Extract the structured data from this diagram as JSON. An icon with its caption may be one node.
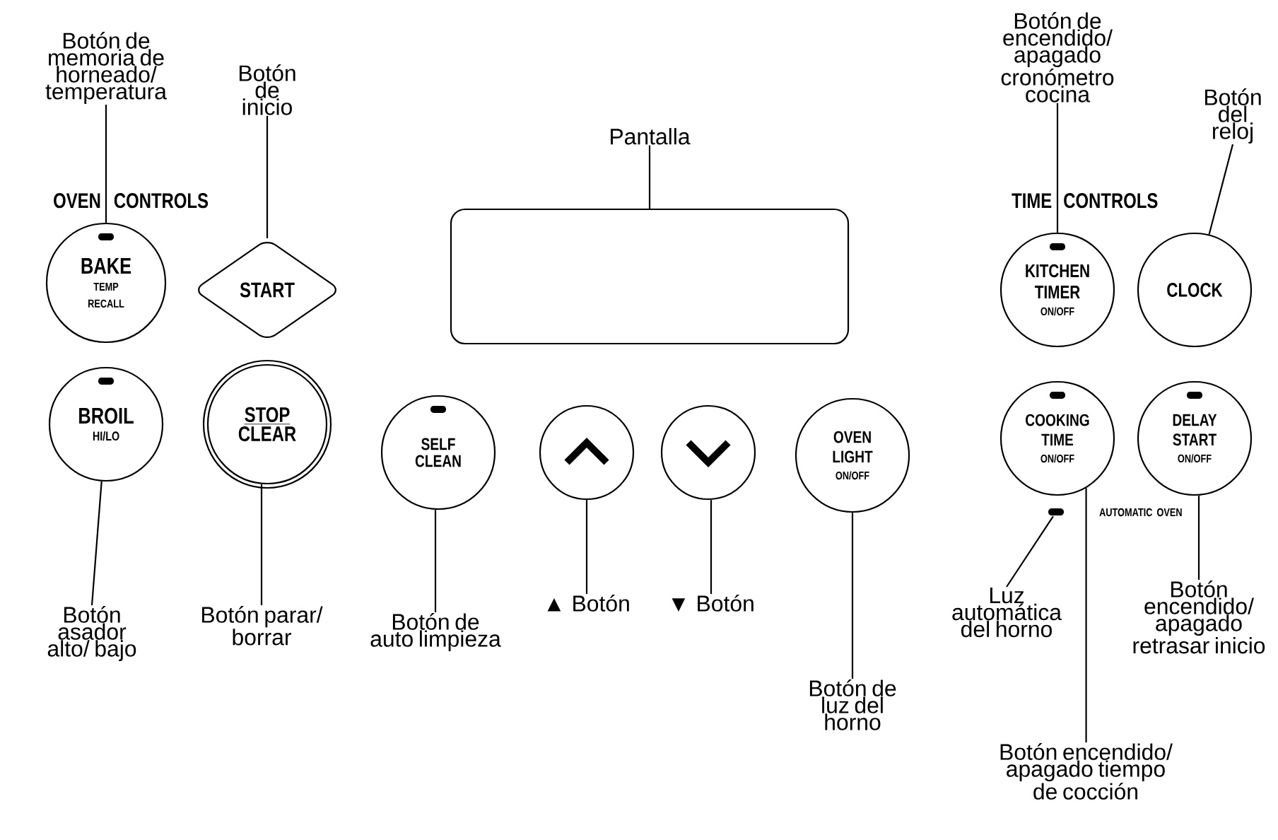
{
  "diagram": {
    "nodes": [
      {
        "text": [
          "Botón de memoria de horneado/ temperatura"
        ]
      },
      {
        "text": [
          "Botón de inicio"
        ]
      },
      {
        "text": [
          "Pantalla"
        ]
      },
      {
        "text": [
          "Botón de encendido/ apagado cronómetro cocina"
        ]
      },
      {
        "text": [
          "Botón del reloj"
        ]
      },
      {
        "text": [
          "BAKE",
          "TEMP RECALL"
        ]
      },
      {
        "text": [
          "START"
        ]
      },
      {
        "text": [],
        "shape": "box"
      },
      {
        "text": [
          "KITCHEN TIMER",
          "ON/OFF"
        ]
      },
      {
        "text": [
          "CLOCK"
        ]
      },
      {
        "text": [
          "BROIL",
          "HI/LO"
        ]
      },
      {
        "text": [
          "STOP",
          "CLEAR"
        ]
      },
      {
        "text": [
          "SELF CLEAN"
        ]
      },
      {
        "text": [],
        "shape": "circle"
      },
      {
        "text": [],
        "shape": "circle"
      },
      {
        "text": [
          "OVEN LIGHT",
          "ON/OFF"
        ]
      },
      {
        "text": [
          "COOKING TIME",
          "ON/OFF"
        ]
      },
      {
        "text": [
          "DELAY START",
          "ON/OFF"
        ]
      },
      {
        "text": [],
        "shape": "bar"
      },
      {
        "text": [
          "Botón asador alto/ bajo"
        ]
      },
      {
        "text": [
          "Botón parar/ borrar"
        ]
      },
      {
        "text": [
          "Botón de auto limpieza"
        ]
      },
      {
        "text": [
          "▲ Botón"
        ]
      },
      {
        "text": [
          "▼ Botón"
        ]
      },
      {
        "text": [
          "Luz automática del horno"
        ]
      },
      {
        "text": [
          "Botón encendido/ apagado retrasar inicio"
        ]
      },
      {
        "text": [
          "Botón de luz del horno"
        ]
      },
      {
        "text": [
          "Botón encendido/ apagado tiempo de cocción"
        ]
      }
    ],
    "edges": [
      {
        "from": 0,
        "to": 5,
        "arrow": "none"
      },
      {
        "from": 1,
        "to": 6,
        "arrow": "none"
      },
      {
        "from": 2,
        "to": 7,
        "arrow": "none"
      },
      {
        "from": 3,
        "to": 8,
        "arrow": "none"
      },
      {
        "from": 4,
        "to": 9,
        "arrow": "none"
      },
      {
        "from": 19,
        "to": 10,
        "arrow": "none"
      },
      {
        "from": 20,
        "to": 11,
        "arrow": "none"
      },
      {
        "from": 21,
        "to": 12,
        "arrow": "none"
      },
      {
        "from": 22,
        "to": 13,
        "arrow": "none"
      },
      {
        "from": 23,
        "to": 14,
        "arrow": "none"
      },
      {
        "from": 24,
        "to": 18,
        "arrow": "none"
      },
      {
        "from": 25,
        "to": 17,
        "arrow": "none"
      },
      {
        "from": 26,
        "to": 15,
        "arrow": "none"
      },
      {
        "from": 27,
        "to": 16,
        "arrow": "none"
      }
    ],
    "labels": [
      "OVEN CONTROLS",
      "TIME CONTROLS",
      "AUTOMATIC OVEN"
    ]
  }
}
